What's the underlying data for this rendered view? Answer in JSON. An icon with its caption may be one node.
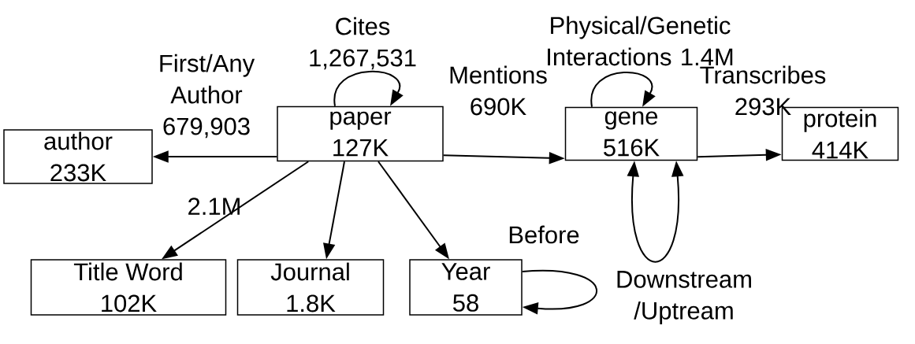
{
  "diagram": {
    "nodes": [
      {
        "text": [
          "author",
          "233K"
        ]
      },
      {
        "text": [
          "paper",
          "127K"
        ]
      },
      {
        "text": [
          "gene",
          "516K"
        ]
      },
      {
        "text": [
          "protein",
          "414K"
        ]
      },
      {
        "text": [
          "Title Word",
          "102K"
        ]
      },
      {
        "text": [
          "Journal",
          "1.8K"
        ]
      },
      {
        "text": [
          "Year",
          "58"
        ]
      }
    ],
    "edges": [
      {
        "from": 1,
        "to": 0,
        "arrow": "to",
        "label": "First/Any Author 679,903"
      },
      {
        "from": 1,
        "to": 1,
        "arrow": "to",
        "label": "Cites 1,267,531"
      },
      {
        "from": 1,
        "to": 2,
        "arrow": "to",
        "label": "Mentions 690K"
      },
      {
        "from": 2,
        "to": 2,
        "arrow": "to",
        "label": "Physical/Genetic Interactions 1.4M"
      },
      {
        "from": 2,
        "to": 3,
        "arrow": "to",
        "label": "Transcribes 293K"
      },
      {
        "from": 1,
        "to": 4,
        "arrow": "to",
        "label": "2.1M"
      },
      {
        "from": 1,
        "to": 5,
        "arrow": "to"
      },
      {
        "from": 1,
        "to": 6,
        "arrow": "to"
      },
      {
        "from": 6,
        "to": 6,
        "arrow": "to",
        "label": "Before"
      },
      {
        "from": 2,
        "to": 2,
        "arrow": "both",
        "label": "Downstream /Uptream"
      }
    ]
  }
}
